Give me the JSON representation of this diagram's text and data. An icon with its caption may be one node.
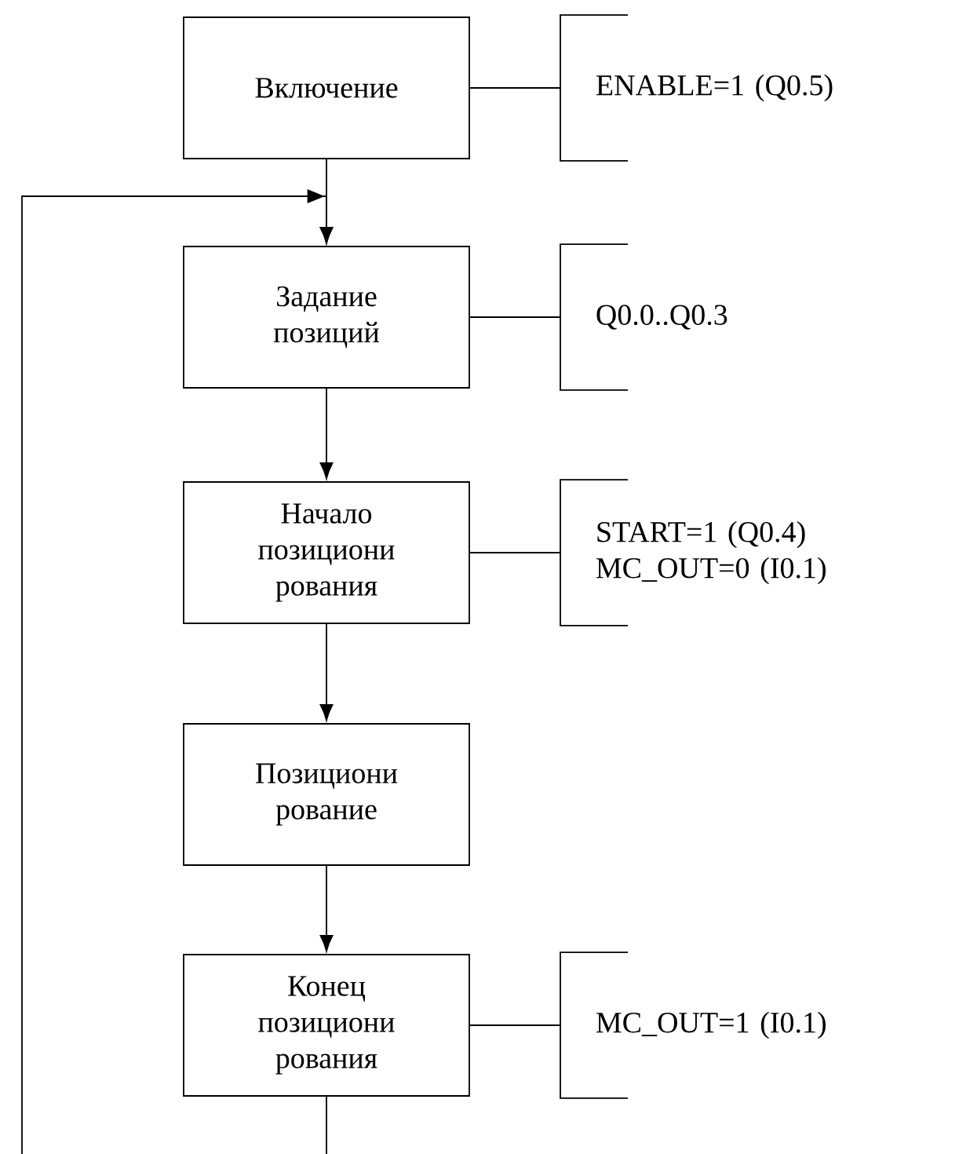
{
  "diagram": {
    "nodes": [
      {
        "text": [
          "Включение"
        ]
      },
      {
        "text": [
          "Задание позиций"
        ]
      },
      {
        "text": [
          "Начало позициони рования"
        ]
      },
      {
        "text": [
          "Позициони рование"
        ]
      },
      {
        "text": [
          "Конец позициони рования"
        ]
      },
      {
        "text": [
          "ENABLE=1 (Q0.5)"
        ]
      },
      {
        "text": [
          "Q0.0..Q0.3"
        ]
      },
      {
        "text": [
          "START=1 (Q0.4) MC_OUT=0 (I0.1)"
        ]
      },
      {
        "text": [
          "MC_OUT=1 (I0.1)"
        ]
      }
    ],
    "edges": [
      {
        "from": 0,
        "to": 1,
        "arrow": "to"
      },
      {
        "from": 1,
        "to": 2,
        "arrow": "to"
      },
      {
        "from": 2,
        "to": 3,
        "arrow": "to"
      },
      {
        "from": 3,
        "to": 4,
        "arrow": "to"
      },
      {
        "from": 4,
        "to": 1,
        "arrow": "to"
      },
      {
        "from": 0,
        "to": 5,
        "arrow": "none"
      },
      {
        "from": 1,
        "to": 6,
        "arrow": "none"
      },
      {
        "from": 2,
        "to": 7,
        "arrow": "none"
      },
      {
        "from": 4,
        "to": 8,
        "arrow": "none"
      }
    ]
  }
}
